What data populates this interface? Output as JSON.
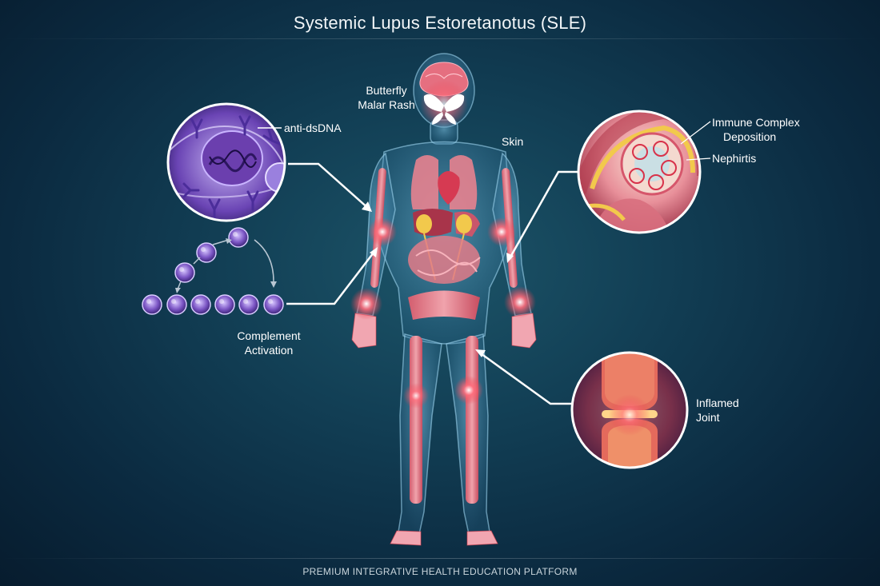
{
  "title": "Systemic Lupus Estoretanotus (SLE)",
  "footer": "PREMIUM INTEGRATIVE HEALTH EDUCATION PLATFORM",
  "labels": {
    "anti_dsdna": "anti-dsDNA",
    "butterfly_line1": "Butterfly",
    "butterfly_line2": "Malar Rash",
    "skin": "Skin",
    "immune_line1": "Immune Complex",
    "immune_line2": "Deposition",
    "nephritis": "Nephirtis",
    "complement_line1": "Complement",
    "complement_line2": "Activation",
    "joint_line1": "Inflamed",
    "joint_line2": "Joint"
  },
  "icons": {
    "antibody_cell": "cell-with-antibodies-icon",
    "complement_cascade": "complement-cells-icon",
    "kidney": "glomerulus-icon",
    "knee": "knee-joint-icon",
    "body": "human-body-icon"
  },
  "colors": {
    "background": "#0f3a50",
    "accent_red": "#e8404e",
    "cell_purple": "#6a44b4",
    "organ_pink": "#e07a86"
  }
}
